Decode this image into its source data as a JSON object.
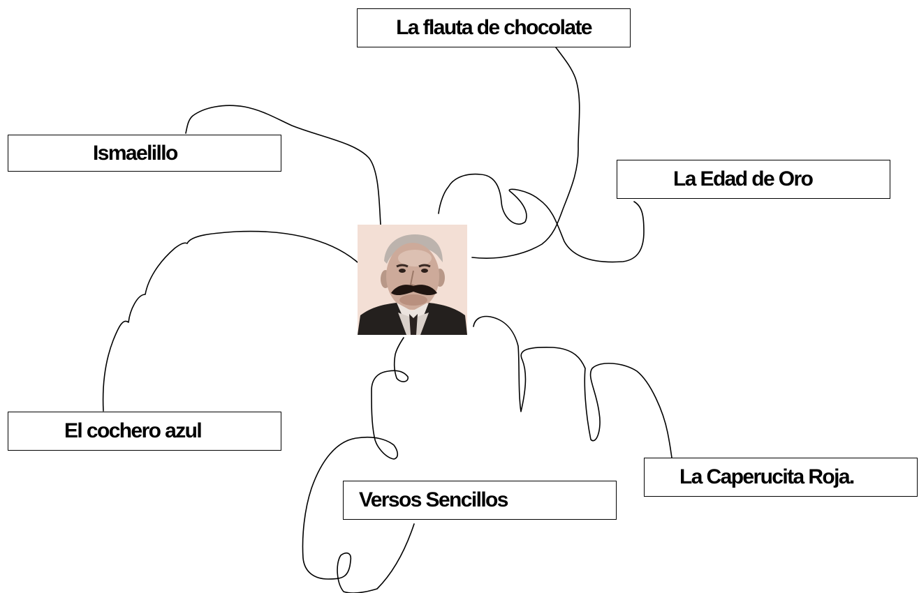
{
  "titles": {
    "flauta": "La flauta de chocolate",
    "ismaelillo": "Ismaelillo",
    "edad_de_oro": "La Edad de Oro",
    "cochero": "El cochero azul",
    "caperucita": "La Caperucita Roja.",
    "versos": "Versos Sencillos"
  },
  "colors": {
    "line": "#000000",
    "box_border": "#000000",
    "portrait_background": "#f3dfd5"
  }
}
